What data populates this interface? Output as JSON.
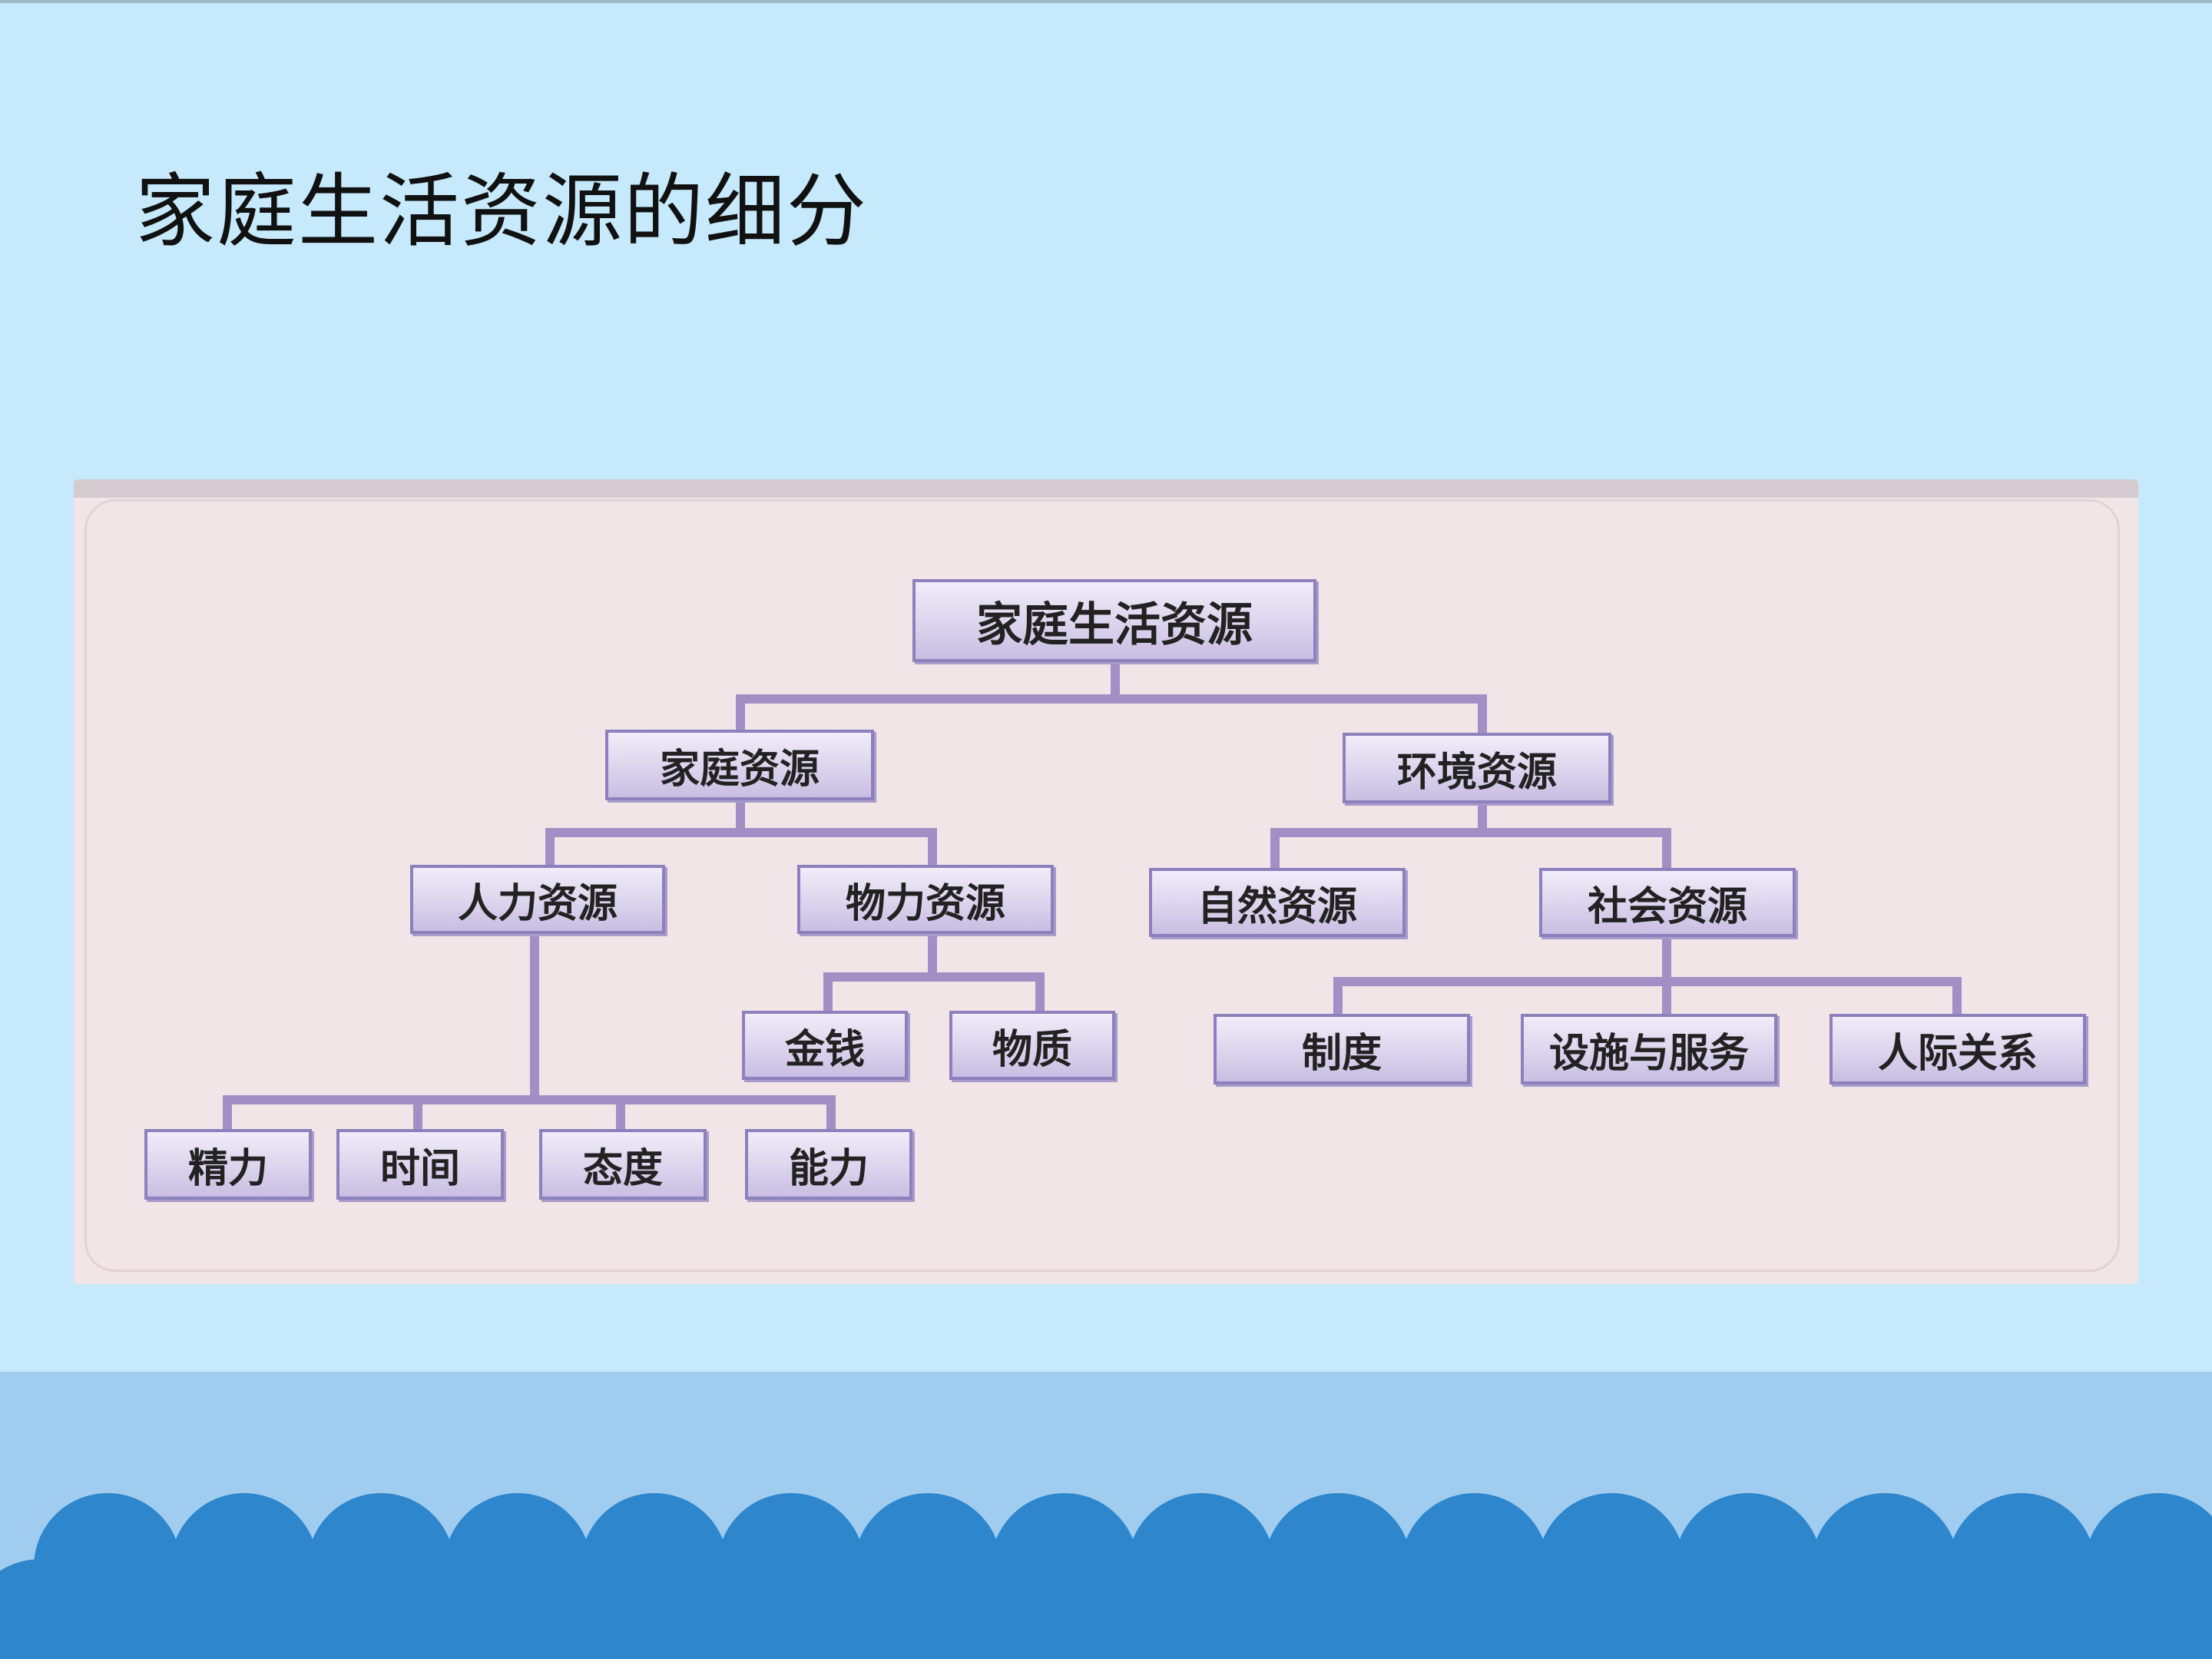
{
  "slide": {
    "title": "家庭生活资源的细分"
  },
  "colors": {
    "background": "#c6e9fb",
    "footer_band": "#a0cdef",
    "waves": "#2e86cc",
    "connector": "#a48ec6",
    "node_border": "#8c80bd"
  },
  "diagram": {
    "root": "家庭生活资源",
    "branches": [
      {
        "label": "家庭资源",
        "children": [
          {
            "label": "人力资源",
            "children": [
              "精力",
              "时间",
              "态度",
              "能力"
            ]
          },
          {
            "label": "物力资源",
            "children": [
              "金钱",
              "物质"
            ]
          }
        ]
      },
      {
        "label": "环境资源",
        "children": [
          {
            "label": "自然资源",
            "children": []
          },
          {
            "label": "社会资源",
            "children": [
              "制度",
              "设施与服务",
              "人际关系"
            ]
          }
        ]
      }
    ]
  }
}
